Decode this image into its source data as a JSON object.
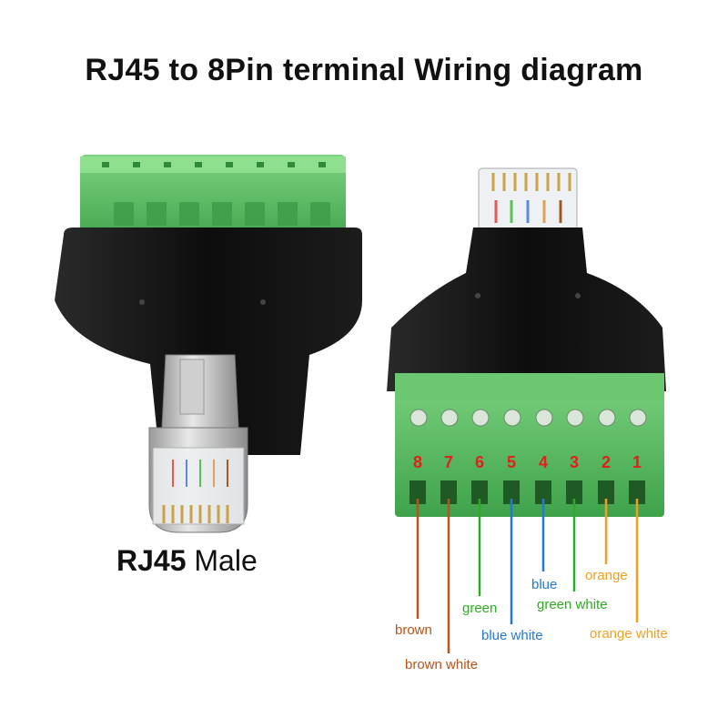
{
  "title": "RJ45 to 8Pin terminal  Wiring diagram",
  "caption": {
    "bold": "RJ45",
    "rest": " Male"
  },
  "pins": [
    {
      "number": "8",
      "label": "brown",
      "color": "#b5541c"
    },
    {
      "number": "7",
      "label": "brown white",
      "color": "#b5541c"
    },
    {
      "number": "6",
      "label": "green",
      "color": "#2faa23"
    },
    {
      "number": "5",
      "label": "blue white",
      "color": "#2378d6"
    },
    {
      "number": "4",
      "label": "blue",
      "color": "#2378d6"
    },
    {
      "number": "3",
      "label": "green white",
      "color": "#2faa23"
    },
    {
      "number": "2",
      "label": "orange",
      "color": "#f0a020"
    },
    {
      "number": "1",
      "label": "orange white",
      "color": "#f0a020"
    }
  ],
  "colors": {
    "terminal_green": "#4fb55a",
    "body_black": "#111111",
    "pin_number": "#e0201a"
  }
}
